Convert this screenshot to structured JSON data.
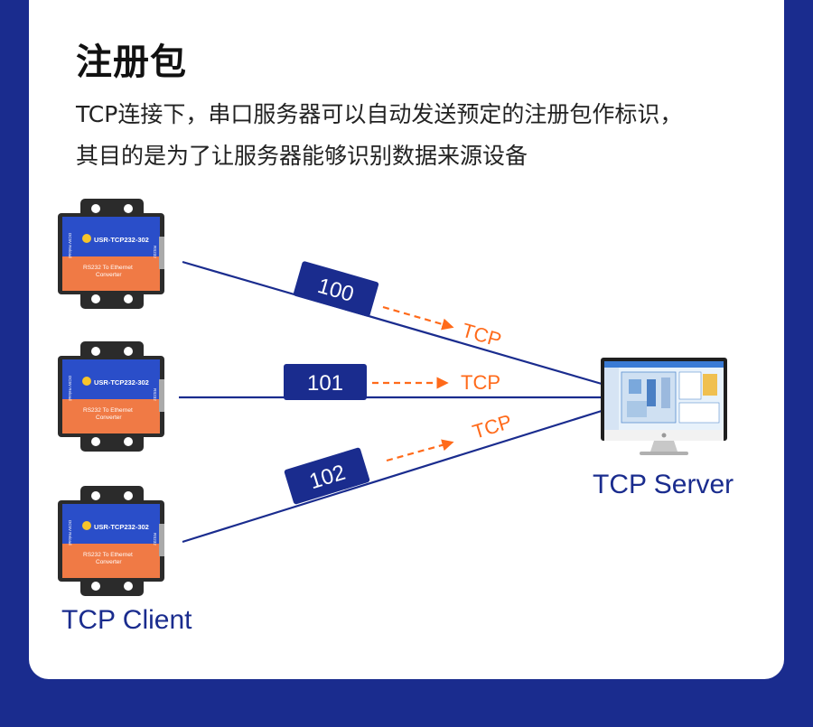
{
  "title": "注册包",
  "description": [
    "TCP连接下，串口服务器可以自动发送预定的注册包作标识，",
    "其目的是为了让服务器能够识别数据来源设备"
  ],
  "device": {
    "model": "USR-TCP232-302",
    "subtitle_line1": "RS232 To Ethernet",
    "subtitle_line2": "Converter",
    "side_left": "DC5V Reload",
    "side_right": "RS232"
  },
  "packets": [
    {
      "id": "100",
      "protocol": "TCP"
    },
    {
      "id": "101",
      "protocol": "TCP"
    },
    {
      "id": "102",
      "protocol": "TCP"
    }
  ],
  "client_label": "TCP Client",
  "server_label": "TCP Server",
  "colors": {
    "navy": "#1a2c8e",
    "orange": "#ff6a1a",
    "device_blue": "#2a4ec9",
    "device_orange": "#f07a45",
    "frame": "#2b2b2b"
  }
}
